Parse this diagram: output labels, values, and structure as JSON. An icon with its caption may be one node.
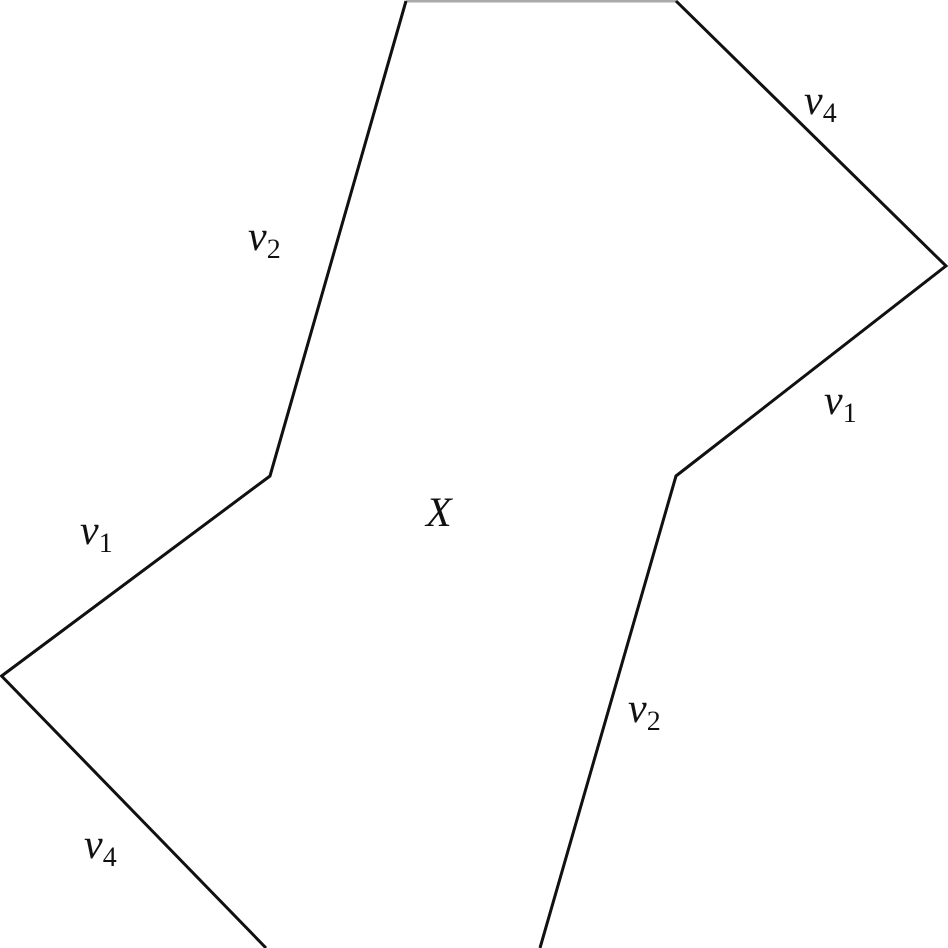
{
  "diagram": {
    "labels": [
      "v$_{4}$",
      "v$_{2}$",
      "v$_{1}$",
      "X",
      "v$_{1}$",
      "v$_{2}$",
      "v$_{4}$"
    ]
  }
}
